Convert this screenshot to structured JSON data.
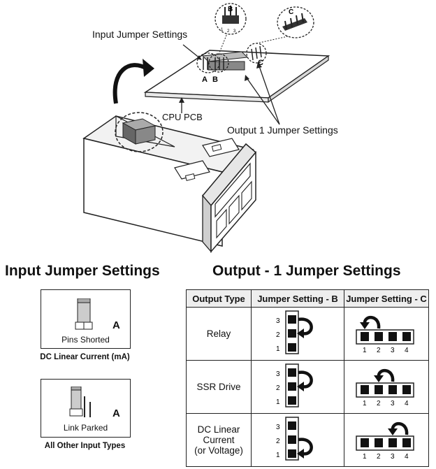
{
  "diagram": {
    "callouts": {
      "input_jumper": "Input Jumper Settings",
      "cpu_pcb": "CPU PCB",
      "output1_jumper": "Output 1 Jumper Settings"
    },
    "letters": {
      "a": "A",
      "b": "B",
      "c": "C"
    },
    "pin_numbers": [
      "1",
      "2",
      "3",
      "4"
    ]
  },
  "input_settings": {
    "heading": "Input Jumper Settings",
    "cards": [
      {
        "letter": "A",
        "inner_label": "Pins Shorted",
        "caption": "DC Linear Current (mA)"
      },
      {
        "letter": "A",
        "inner_label": "Link Parked",
        "caption": "All Other Input Types"
      }
    ]
  },
  "output_settings": {
    "heading": "Output - 1 Jumper Settings",
    "columns": [
      "Output Type",
      "Jumper Setting - B",
      "Jumper Setting - C"
    ],
    "rows": [
      {
        "type": "Relay",
        "b_jumper": "2-3",
        "c_jumper": "1-2"
      },
      {
        "type": "SSR Drive",
        "b_jumper": "2-3",
        "c_jumper": "2-3"
      },
      {
        "type_lines": [
          "DC Linear",
          "Current",
          "(or Voltage)"
        ],
        "b_jumper": "1-2",
        "c_jumper": "3-4"
      }
    ]
  }
}
